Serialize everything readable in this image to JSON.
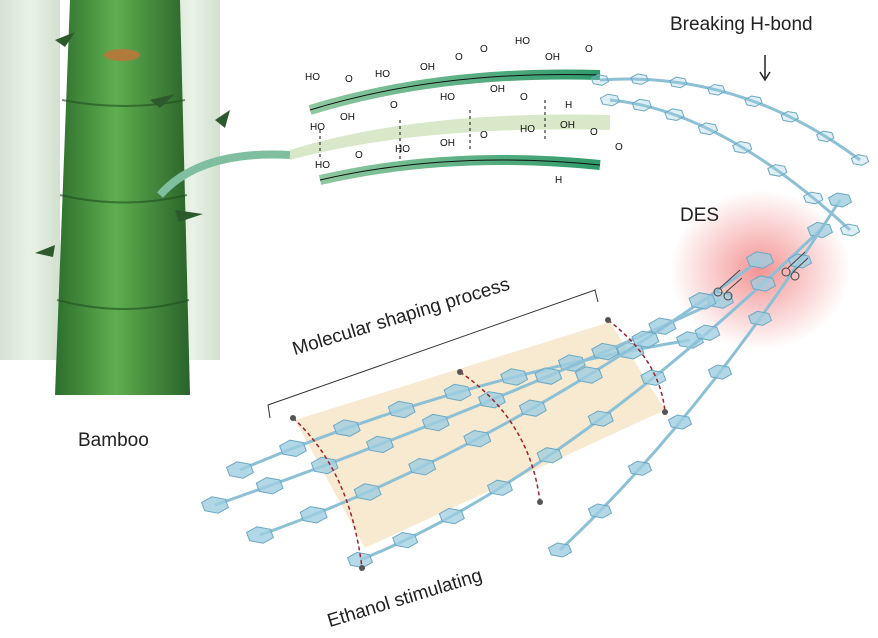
{
  "labels": {
    "breaking": "Breaking H-bond",
    "des": "DES",
    "shaping": "Molecular shaping process",
    "bamboo": "Bamboo",
    "ethanol": "Ethanol stimulating"
  },
  "chem_labels": [
    "HO",
    "O",
    "HO",
    "OH",
    "O",
    "O",
    "HO",
    "OH",
    "O",
    "HO",
    "OH",
    "O",
    "HO",
    "OH",
    "O",
    "H",
    "HO",
    "O",
    "HO",
    "OH",
    "O",
    "HO",
    "OH",
    "O",
    "H",
    "O"
  ],
  "colors": {
    "bamboo": "#3f8a3f",
    "fiber": "#2f9a6a",
    "hexagon": "#9fcde0",
    "band": "#f6e3c0",
    "dash": "#a0202a",
    "glow": "#f08080"
  }
}
